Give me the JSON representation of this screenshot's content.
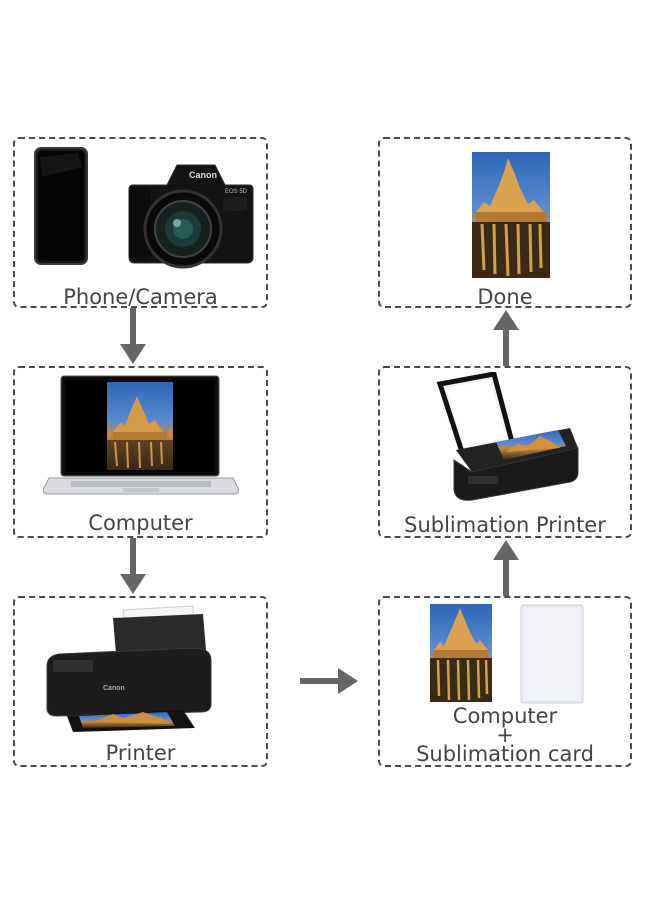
{
  "steps": {
    "phone_camera": {
      "label": "Phone/Camera"
    },
    "computer": {
      "label": "Computer"
    },
    "printer": {
      "label": "Printer"
    },
    "done": {
      "label": "Done"
    },
    "sublimation_printer": {
      "label": "Sublimation Printer"
    },
    "computer_card": {
      "line1": "Computer",
      "plus": "+",
      "line2": "Sublimation card"
    }
  },
  "device_text": {
    "camera_brand": "Canon",
    "camera_model": "EOS 5D",
    "printer_brand": "Canon"
  },
  "colors": {
    "dashed_border": "#4a4a4a",
    "arrow": "#666666",
    "label": "#444444"
  }
}
